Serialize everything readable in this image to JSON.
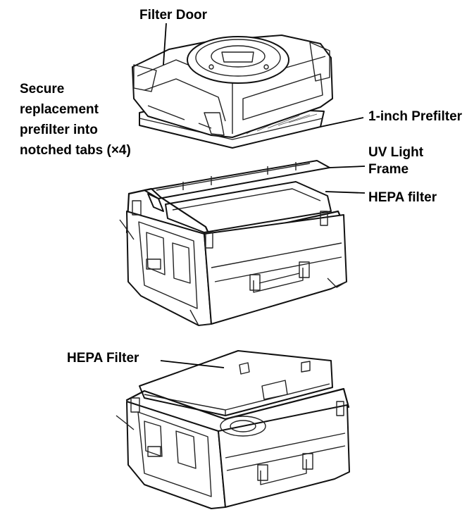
{
  "labels": {
    "filter_door": "Filter Door",
    "secure_line1": "Secure",
    "secure_line2": "replacement",
    "secure_line3": "prefilter into",
    "secure_line4": "notched tabs (×4)",
    "prefilter": "1-inch Prefilter",
    "uv_line1": "UV Light",
    "uv_line2": "Frame",
    "hepa_filter_lower": "HEPA filter",
    "hepa_filter_upper": "HEPA Filter"
  }
}
